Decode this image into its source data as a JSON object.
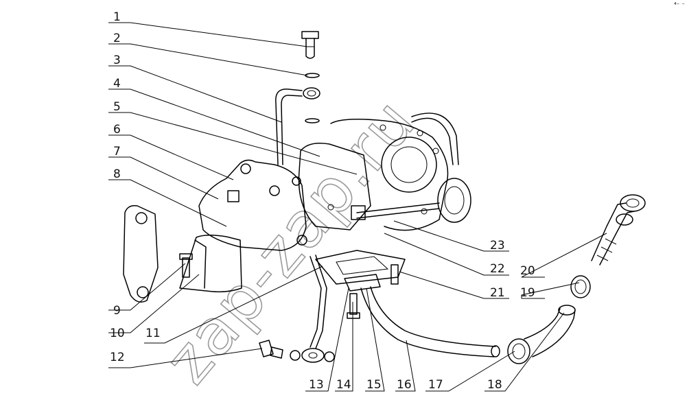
{
  "watermark": "zap-zap.ru",
  "corner_mark": "⁴⁻ ⁻",
  "callouts": [
    "1",
    "2",
    "3",
    "4",
    "5",
    "6",
    "7",
    "8",
    "9",
    "10",
    "11",
    "12",
    "13",
    "14",
    "15",
    "16",
    "17",
    "18",
    "19",
    "20",
    "21",
    "22",
    "23"
  ]
}
